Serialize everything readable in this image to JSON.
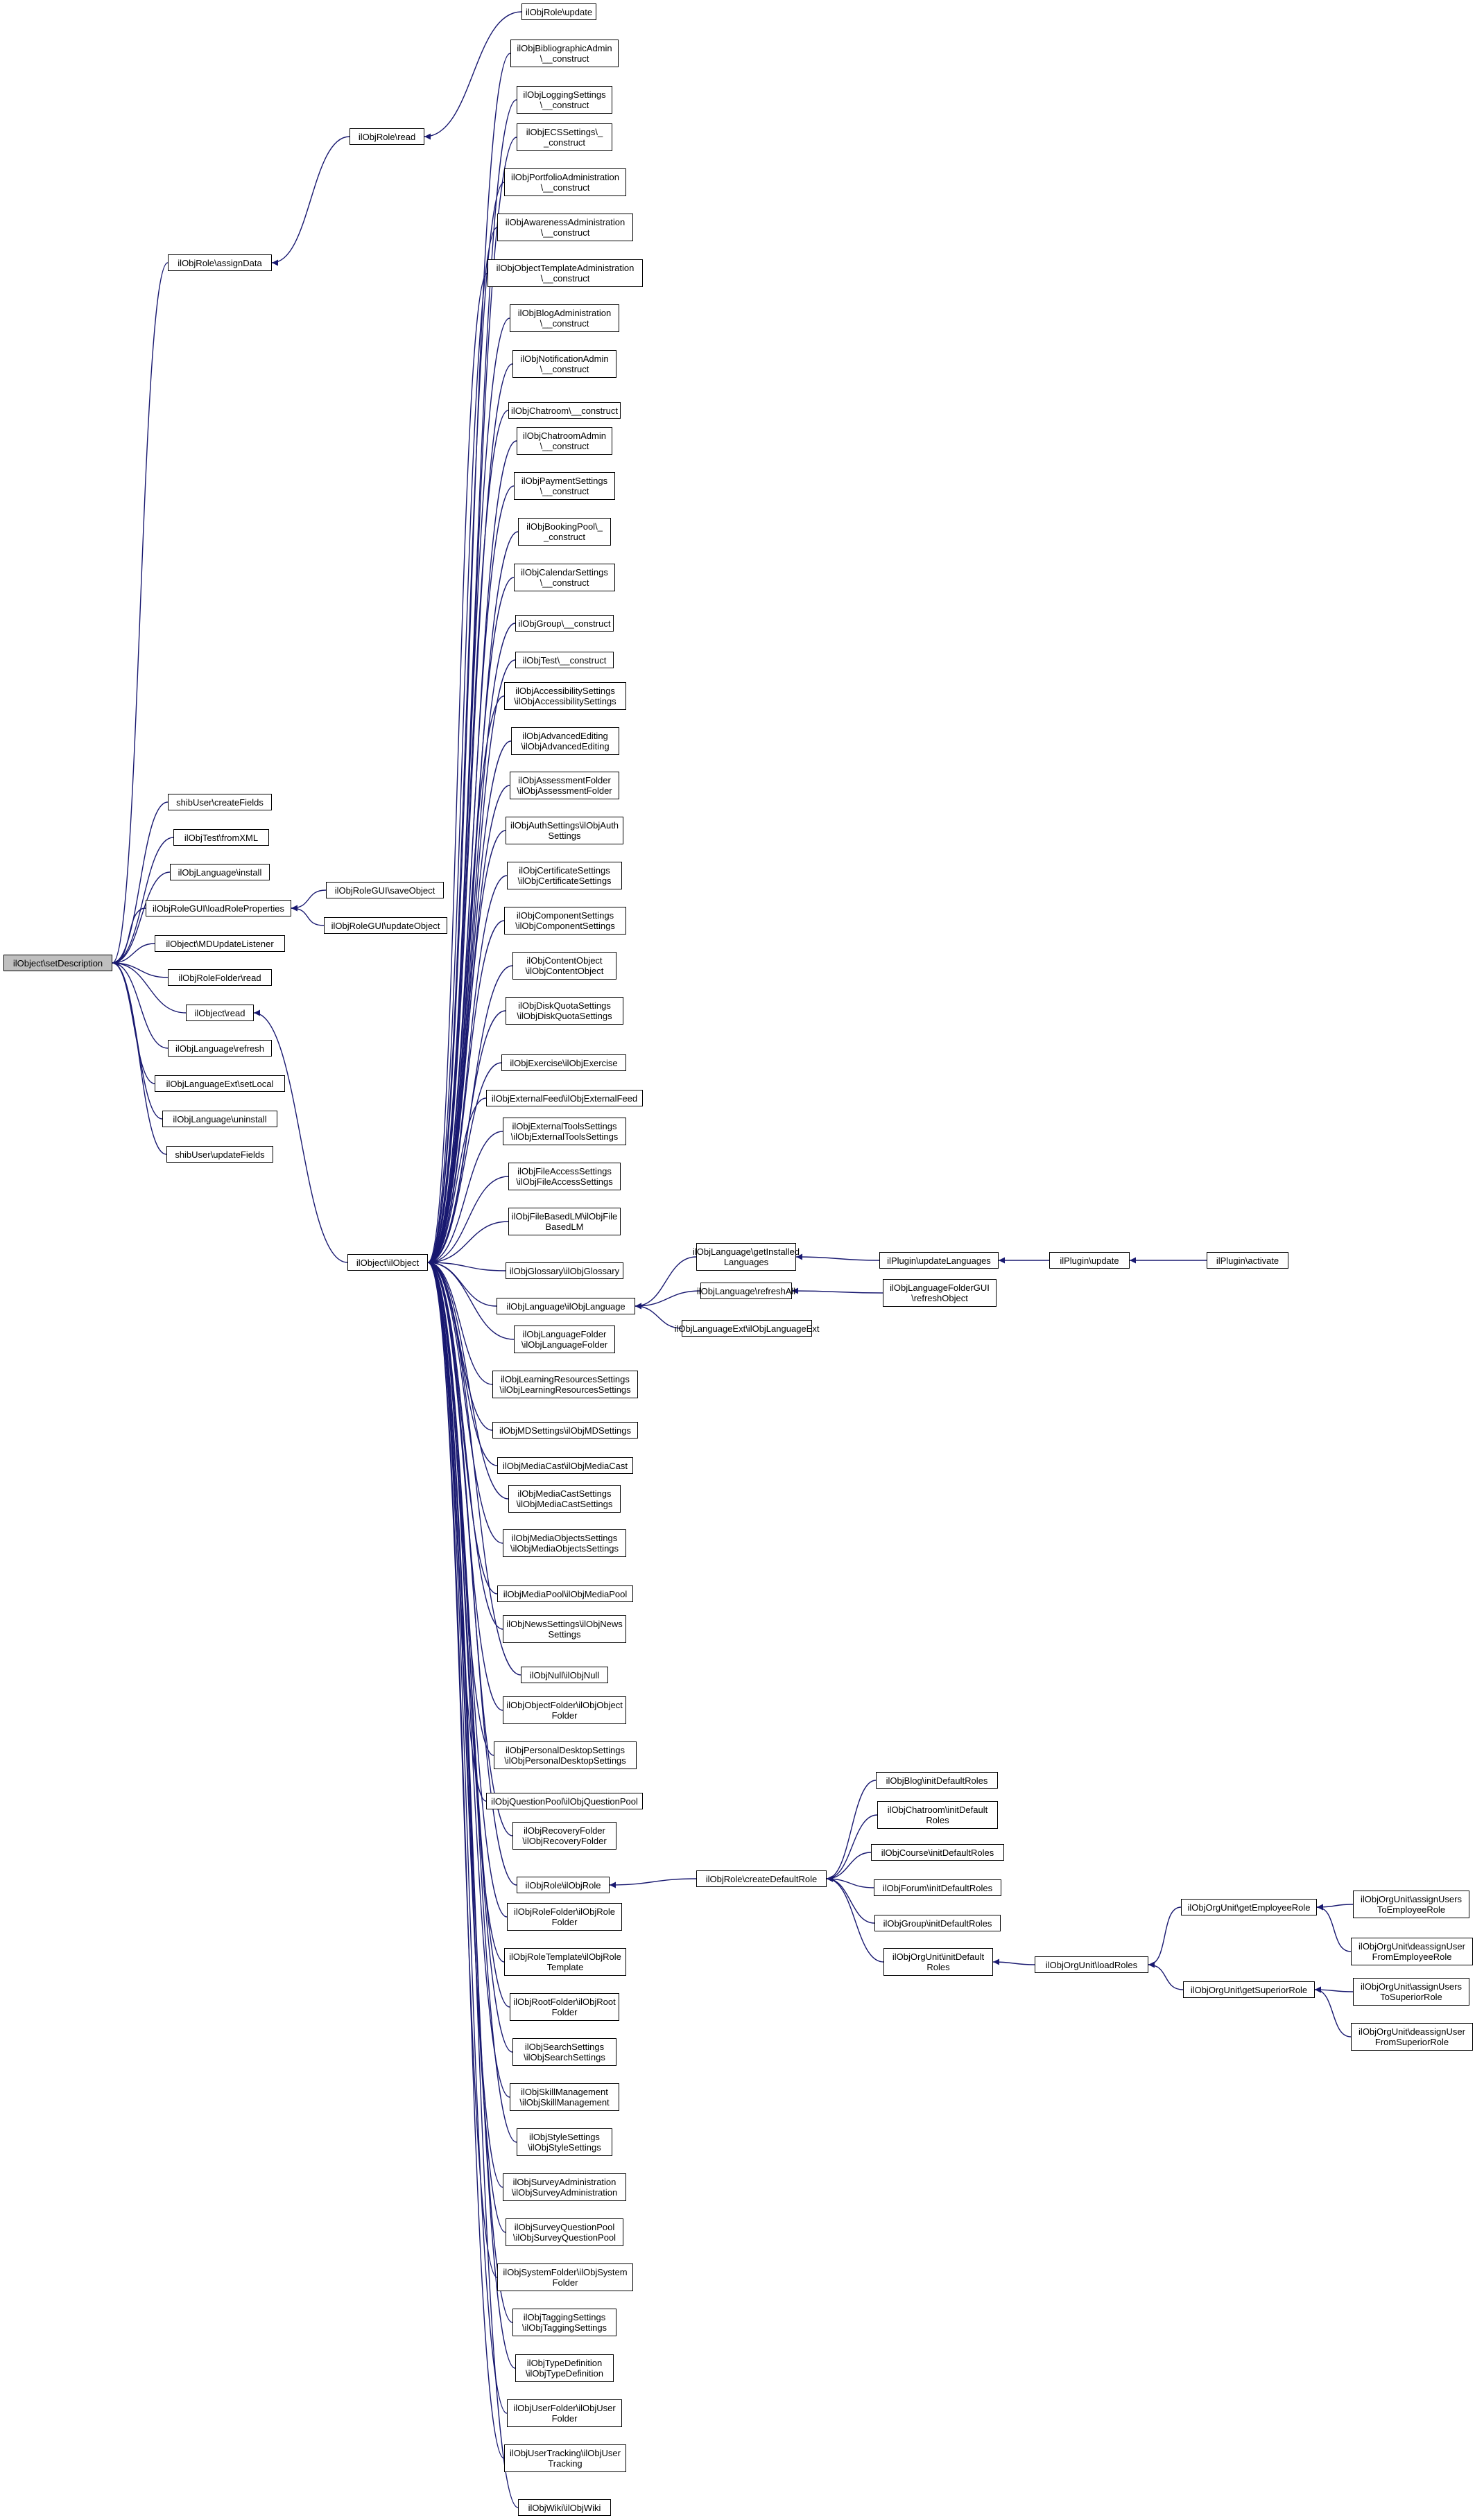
{
  "nodes": [
    {
      "id": "root",
      "label": "ilObject\\setDescription",
      "root": true
    },
    {
      "id": "n_role_assign",
      "label": "ilObjRole\\assignData"
    },
    {
      "id": "n_role_read",
      "label": "ilObjRole\\read"
    },
    {
      "id": "n_role_update",
      "label": "ilObjRole\\update"
    },
    {
      "id": "n_shib_create",
      "label": "shibUser\\createFields"
    },
    {
      "id": "n_test_fromxml",
      "label": "ilObjTest\\fromXML"
    },
    {
      "id": "n_lang_install",
      "label": "ilObjLanguage\\install"
    },
    {
      "id": "n_rolegui_load",
      "label": "ilObjRoleGUI\\loadRoleProperties"
    },
    {
      "id": "n_rolegui_save",
      "label": "ilObjRoleGUI\\saveObject"
    },
    {
      "id": "n_rolegui_upd",
      "label": "ilObjRoleGUI\\updateObject"
    },
    {
      "id": "n_md_listener",
      "label": "ilObject\\MDUpdateListener"
    },
    {
      "id": "n_rolefolder_read",
      "label": "ilObjRoleFolder\\read"
    },
    {
      "id": "n_object_read",
      "label": "ilObject\\read"
    },
    {
      "id": "n_lang_refresh",
      "label": "ilObjLanguage\\refresh"
    },
    {
      "id": "n_langext_setlocal",
      "label": "ilObjLanguageExt\\setLocal"
    },
    {
      "id": "n_lang_uninstall",
      "label": "ilObjLanguage\\uninstall"
    },
    {
      "id": "n_shib_update",
      "label": "shibUser\\updateFields"
    },
    {
      "id": "n_object_ctor",
      "label": "ilObject\\ilObject"
    },
    {
      "id": "c01",
      "label": "ilObjBibliographicAdmin\n\\__construct"
    },
    {
      "id": "c02",
      "label": "ilObjLoggingSettings\n\\__construct"
    },
    {
      "id": "c03",
      "label": "ilObjECSSettings\\_\n_construct"
    },
    {
      "id": "c04",
      "label": "ilObjPortfolioAdministration\n\\__construct"
    },
    {
      "id": "c05",
      "label": "ilObjAwarenessAdministration\n\\__construct"
    },
    {
      "id": "c06",
      "label": "ilObjObjectTemplateAdministration\n\\__construct"
    },
    {
      "id": "c07",
      "label": "ilObjBlogAdministration\n\\__construct"
    },
    {
      "id": "c08",
      "label": "ilObjNotificationAdmin\n\\__construct"
    },
    {
      "id": "c09",
      "label": "ilObjChatroom\\__construct"
    },
    {
      "id": "c10",
      "label": "ilObjChatroomAdmin\n\\__construct"
    },
    {
      "id": "c11",
      "label": "ilObjPaymentSettings\n\\__construct"
    },
    {
      "id": "c12",
      "label": "ilObjBookingPool\\_\n_construct"
    },
    {
      "id": "c13",
      "label": "ilObjCalendarSettings\n\\__construct"
    },
    {
      "id": "c14",
      "label": "ilObjGroup\\__construct"
    },
    {
      "id": "c15",
      "label": "ilObjTest\\__construct"
    },
    {
      "id": "c16",
      "label": "ilObjAccessibilitySettings\n\\ilObjAccessibilitySettings"
    },
    {
      "id": "c17",
      "label": "ilObjAdvancedEditing\n\\ilObjAdvancedEditing"
    },
    {
      "id": "c18",
      "label": "ilObjAssessmentFolder\n\\ilObjAssessmentFolder"
    },
    {
      "id": "c19",
      "label": "ilObjAuthSettings\\ilObjAuth\nSettings"
    },
    {
      "id": "c20",
      "label": "ilObjCertificateSettings\n\\ilObjCertificateSettings"
    },
    {
      "id": "c21",
      "label": "ilObjComponentSettings\n\\ilObjComponentSettings"
    },
    {
      "id": "c22",
      "label": "ilObjContentObject\n\\ilObjContentObject"
    },
    {
      "id": "c23",
      "label": "ilObjDiskQuotaSettings\n\\ilObjDiskQuotaSettings"
    },
    {
      "id": "c24",
      "label": "ilObjExercise\\ilObjExercise"
    },
    {
      "id": "c25",
      "label": "ilObjExternalFeed\\ilObjExternalFeed"
    },
    {
      "id": "c26",
      "label": "ilObjExternalToolsSettings\n\\ilObjExternalToolsSettings"
    },
    {
      "id": "c27",
      "label": "ilObjFileAccessSettings\n\\ilObjFileAccessSettings"
    },
    {
      "id": "c28",
      "label": "ilObjFileBasedLM\\ilObjFile\nBasedLM"
    },
    {
      "id": "c29",
      "label": "ilObjGlossary\\ilObjGlossary"
    },
    {
      "id": "c30",
      "label": "ilObjLanguage\\ilObjLanguage"
    },
    {
      "id": "c31",
      "label": "ilObjLanguageFolder\n\\ilObjLanguageFolder"
    },
    {
      "id": "c32",
      "label": "ilObjLearningResourcesSettings\n\\ilObjLearningResourcesSettings"
    },
    {
      "id": "c33",
      "label": "ilObjMDSettings\\ilObjMDSettings"
    },
    {
      "id": "c34",
      "label": "ilObjMediaCast\\ilObjMediaCast"
    },
    {
      "id": "c35",
      "label": "ilObjMediaCastSettings\n\\ilObjMediaCastSettings"
    },
    {
      "id": "c36",
      "label": "ilObjMediaObjectsSettings\n\\ilObjMediaObjectsSettings"
    },
    {
      "id": "c37",
      "label": "ilObjMediaPool\\ilObjMediaPool"
    },
    {
      "id": "c38",
      "label": "ilObjNewsSettings\\ilObjNews\nSettings"
    },
    {
      "id": "c39",
      "label": "ilObjNull\\ilObjNull"
    },
    {
      "id": "c40",
      "label": "ilObjObjectFolder\\ilObjObject\nFolder"
    },
    {
      "id": "c41",
      "label": "ilObjPersonalDesktopSettings\n\\ilObjPersonalDesktopSettings"
    },
    {
      "id": "c42",
      "label": "ilObjQuestionPool\\ilObjQuestionPool"
    },
    {
      "id": "c43",
      "label": "ilObjRecoveryFolder\n\\ilObjRecoveryFolder"
    },
    {
      "id": "c44",
      "label": "ilObjRole\\ilObjRole"
    },
    {
      "id": "c45",
      "label": "ilObjRoleFolder\\ilObjRole\nFolder"
    },
    {
      "id": "c46",
      "label": "ilObjRoleTemplate\\ilObjRole\nTemplate"
    },
    {
      "id": "c47",
      "label": "ilObjRootFolder\\ilObjRoot\nFolder"
    },
    {
      "id": "c48",
      "label": "ilObjSearchSettings\n\\ilObjSearchSettings"
    },
    {
      "id": "c49",
      "label": "ilObjSkillManagement\n\\ilObjSkillManagement"
    },
    {
      "id": "c50",
      "label": "ilObjStyleSettings\n\\ilObjStyleSettings"
    },
    {
      "id": "c51",
      "label": "ilObjSurveyAdministration\n\\ilObjSurveyAdministration"
    },
    {
      "id": "c52",
      "label": "ilObjSurveyQuestionPool\n\\ilObjSurveyQuestionPool"
    },
    {
      "id": "c53",
      "label": "ilObjSystemFolder\\ilObjSystem\nFolder"
    },
    {
      "id": "c54",
      "label": "ilObjTaggingSettings\n\\ilObjTaggingSettings"
    },
    {
      "id": "c55",
      "label": "ilObjTypeDefinition\n\\ilObjTypeDefinition"
    },
    {
      "id": "c56",
      "label": "ilObjUserFolder\\ilObjUser\nFolder"
    },
    {
      "id": "c57",
      "label": "ilObjUserTracking\\ilObjUser\nTracking"
    },
    {
      "id": "c58",
      "label": "ilObjWiki\\ilObjWiki"
    },
    {
      "id": "l_getinst",
      "label": "ilObjLanguage\\getInstalled\nLanguages"
    },
    {
      "id": "l_refreshall",
      "label": "ilObjLanguage\\refreshAll"
    },
    {
      "id": "l_ext",
      "label": "ilObjLanguageExt\\ilObjLanguageExt"
    },
    {
      "id": "p_updlang",
      "label": "ilPlugin\\updateLanguages"
    },
    {
      "id": "p_update",
      "label": "ilPlugin\\update"
    },
    {
      "id": "p_activate",
      "label": "ilPlugin\\activate"
    },
    {
      "id": "lf_refresh",
      "label": "ilObjLanguageFolderGUI\n\\refreshObject"
    },
    {
      "id": "r_createdef",
      "label": "ilObjRole\\createDefaultRole"
    },
    {
      "id": "r_blog",
      "label": "ilObjBlog\\initDefaultRoles"
    },
    {
      "id": "r_chat",
      "label": "ilObjChatroom\\initDefault\nRoles"
    },
    {
      "id": "r_course",
      "label": "ilObjCourse\\initDefaultRoles"
    },
    {
      "id": "r_forum",
      "label": "ilObjForum\\initDefaultRoles"
    },
    {
      "id": "r_group",
      "label": "ilObjGroup\\initDefaultRoles"
    },
    {
      "id": "r_orgunit",
      "label": "ilObjOrgUnit\\initDefault\nRoles"
    },
    {
      "id": "o_loadroles",
      "label": "ilObjOrgUnit\\loadRoles"
    },
    {
      "id": "o_getemp",
      "label": "ilObjOrgUnit\\getEmployeeRole"
    },
    {
      "id": "o_getsup",
      "label": "ilObjOrgUnit\\getSuperiorRole"
    },
    {
      "id": "o_assignemp",
      "label": "ilObjOrgUnit\\assignUsers\nToEmployeeRole"
    },
    {
      "id": "o_deassignemp",
      "label": "ilObjOrgUnit\\deassignUser\nFromEmployeeRole"
    },
    {
      "id": "o_assignsup",
      "label": "ilObjOrgUnit\\assignUsers\nToSuperiorRole"
    },
    {
      "id": "o_deassignsup",
      "label": "ilObjOrgUnit\\deassignUser\nFromSuperiorRole"
    }
  ],
  "edges": [
    [
      "n_role_assign",
      "root"
    ],
    [
      "n_role_read",
      "n_role_assign"
    ],
    [
      "n_role_update",
      "n_role_read"
    ],
    [
      "n_shib_create",
      "root"
    ],
    [
      "n_test_fromxml",
      "root"
    ],
    [
      "n_lang_install",
      "root"
    ],
    [
      "n_rolegui_load",
      "root"
    ],
    [
      "n_rolegui_save",
      "n_rolegui_load"
    ],
    [
      "n_rolegui_upd",
      "n_rolegui_load"
    ],
    [
      "n_md_listener",
      "root"
    ],
    [
      "n_rolefolder_read",
      "root"
    ],
    [
      "n_object_read",
      "root"
    ],
    [
      "n_lang_refresh",
      "root"
    ],
    [
      "n_langext_setlocal",
      "root"
    ],
    [
      "n_lang_uninstall",
      "root"
    ],
    [
      "n_shib_update",
      "root"
    ],
    [
      "n_object_ctor",
      "n_object_read"
    ],
    [
      "c01",
      "n_object_ctor"
    ],
    [
      "c02",
      "n_object_ctor"
    ],
    [
      "c03",
      "n_object_ctor"
    ],
    [
      "c04",
      "n_object_ctor"
    ],
    [
      "c05",
      "n_object_ctor"
    ],
    [
      "c06",
      "n_object_ctor"
    ],
    [
      "c07",
      "n_object_ctor"
    ],
    [
      "c08",
      "n_object_ctor"
    ],
    [
      "c09",
      "n_object_ctor"
    ],
    [
      "c10",
      "n_object_ctor"
    ],
    [
      "c11",
      "n_object_ctor"
    ],
    [
      "c12",
      "n_object_ctor"
    ],
    [
      "c13",
      "n_object_ctor"
    ],
    [
      "c14",
      "n_object_ctor"
    ],
    [
      "c15",
      "n_object_ctor"
    ],
    [
      "c16",
      "n_object_ctor"
    ],
    [
      "c17",
      "n_object_ctor"
    ],
    [
      "c18",
      "n_object_ctor"
    ],
    [
      "c19",
      "n_object_ctor"
    ],
    [
      "c20",
      "n_object_ctor"
    ],
    [
      "c21",
      "n_object_ctor"
    ],
    [
      "c22",
      "n_object_ctor"
    ],
    [
      "c23",
      "n_object_ctor"
    ],
    [
      "c24",
      "n_object_ctor"
    ],
    [
      "c25",
      "n_object_ctor"
    ],
    [
      "c26",
      "n_object_ctor"
    ],
    [
      "c27",
      "n_object_ctor"
    ],
    [
      "c28",
      "n_object_ctor"
    ],
    [
      "c29",
      "n_object_ctor"
    ],
    [
      "c30",
      "n_object_ctor"
    ],
    [
      "c31",
      "n_object_ctor"
    ],
    [
      "c32",
      "n_object_ctor"
    ],
    [
      "c33",
      "n_object_ctor"
    ],
    [
      "c34",
      "n_object_ctor"
    ],
    [
      "c35",
      "n_object_ctor"
    ],
    [
      "c36",
      "n_object_ctor"
    ],
    [
      "c37",
      "n_object_ctor"
    ],
    [
      "c38",
      "n_object_ctor"
    ],
    [
      "c39",
      "n_object_ctor"
    ],
    [
      "c40",
      "n_object_ctor"
    ],
    [
      "c41",
      "n_object_ctor"
    ],
    [
      "c42",
      "n_object_ctor"
    ],
    [
      "c43",
      "n_object_ctor"
    ],
    [
      "c44",
      "n_object_ctor"
    ],
    [
      "c45",
      "n_object_ctor"
    ],
    [
      "c46",
      "n_object_ctor"
    ],
    [
      "c47",
      "n_object_ctor"
    ],
    [
      "c48",
      "n_object_ctor"
    ],
    [
      "c49",
      "n_object_ctor"
    ],
    [
      "c50",
      "n_object_ctor"
    ],
    [
      "c51",
      "n_object_ctor"
    ],
    [
      "c52",
      "n_object_ctor"
    ],
    [
      "c53",
      "n_object_ctor"
    ],
    [
      "c54",
      "n_object_ctor"
    ],
    [
      "c55",
      "n_object_ctor"
    ],
    [
      "c56",
      "n_object_ctor"
    ],
    [
      "c57",
      "n_object_ctor"
    ],
    [
      "c58",
      "n_object_ctor"
    ],
    [
      "l_getinst",
      "c30"
    ],
    [
      "l_refreshall",
      "c30"
    ],
    [
      "l_ext",
      "c30"
    ],
    [
      "p_updlang",
      "l_getinst"
    ],
    [
      "p_update",
      "p_updlang"
    ],
    [
      "p_activate",
      "p_update"
    ],
    [
      "lf_refresh",
      "l_refreshall"
    ],
    [
      "r_createdef",
      "c44"
    ],
    [
      "r_blog",
      "r_createdef"
    ],
    [
      "r_chat",
      "r_createdef"
    ],
    [
      "r_course",
      "r_createdef"
    ],
    [
      "r_forum",
      "r_createdef"
    ],
    [
      "r_group",
      "r_createdef"
    ],
    [
      "r_orgunit",
      "r_createdef"
    ],
    [
      "o_loadroles",
      "r_orgunit"
    ],
    [
      "o_getemp",
      "o_loadroles"
    ],
    [
      "o_getsup",
      "o_loadroles"
    ],
    [
      "o_assignemp",
      "o_getemp"
    ],
    [
      "o_deassignemp",
      "o_getemp"
    ],
    [
      "o_assignsup",
      "o_getsup"
    ],
    [
      "o_deassignsup",
      "o_getsup"
    ]
  ],
  "colors": {
    "edge": "#191970",
    "node_border": "#000000",
    "root_fill": "#bfbfbf",
    "node_fill": "#ffffff"
  }
}
